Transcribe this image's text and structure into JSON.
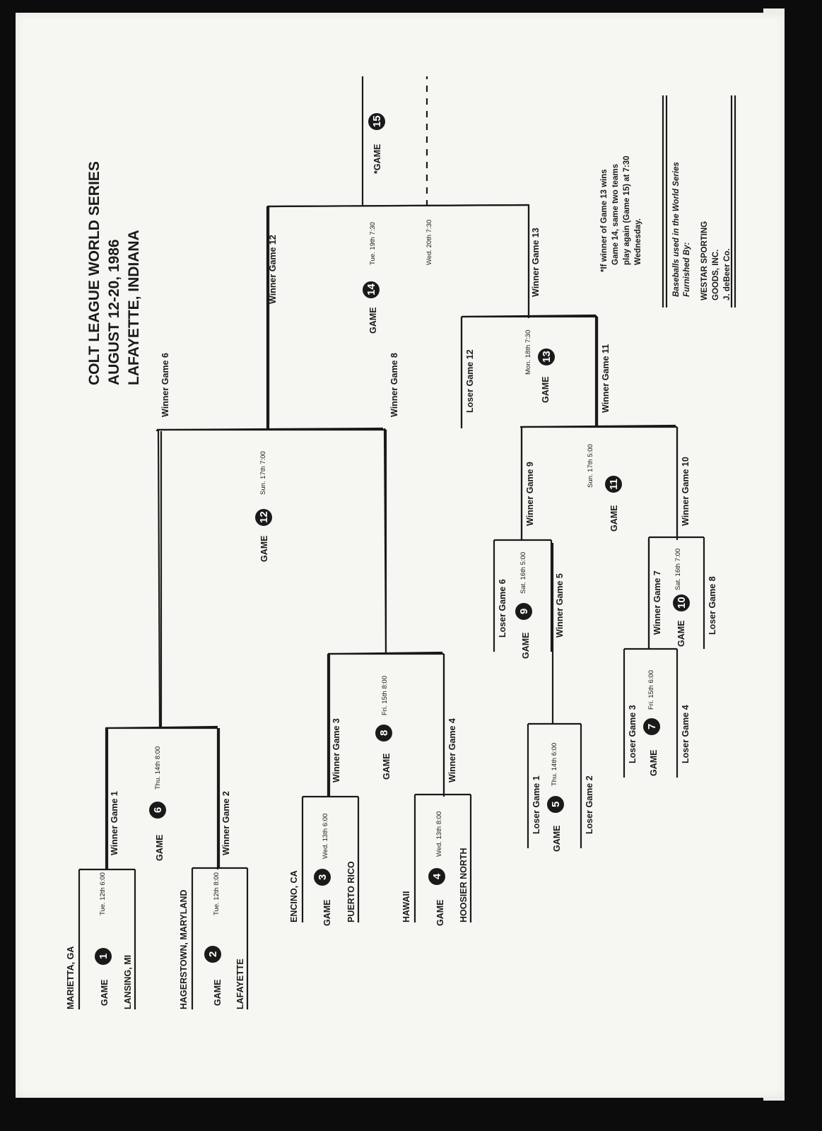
{
  "title": [
    "COLT LEAGUE WORLD SERIES",
    "AUGUST 12-20, 1986",
    "LAFAYETTE, INDIANA"
  ],
  "game_word": "GAME",
  "footnote": [
    "*If winner of Game 13 wins",
    "Game 14, same two teams",
    "play again (Game 15) at 7:30",
    "Wednesday."
  ],
  "sponsor": {
    "lines_italic": [
      "Baseballs used in the World Series",
      "Furnished By:"
    ],
    "lines": [
      "WESTAR SPORTING",
      "GOODS, INC.",
      "J. deBeer Co."
    ]
  },
  "games": [
    {
      "num": "1",
      "time": "Tue. 12th 6:00",
      "top": "MARIETTA, GA",
      "bottom": "LANSING, MI"
    },
    {
      "num": "2",
      "time": "Tue. 12th 8:00",
      "top": "HAGERSTOWN, MARYLAND",
      "bottom": "LAFAYETTE"
    },
    {
      "num": "3",
      "time": "Wed. 13th 6:00",
      "top": "ENCINO, CA",
      "bottom": "PUERTO RICO"
    },
    {
      "num": "4",
      "time": "Wed. 13th 8:00",
      "top": "HAWAII",
      "bottom": "HOOSIER NORTH"
    },
    {
      "num": "5",
      "time": "Thu. 14th 6:00",
      "top": "Loser Game 1",
      "bottom": "Loser Game 2"
    },
    {
      "num": "6",
      "time": "Thu. 14th 8:00",
      "top": "Winner Game 1",
      "bottom": "Winner Game 2"
    },
    {
      "num": "7",
      "time": "Fri. 15th 6:00",
      "top": "Loser Game 3",
      "bottom": "Loser Game 4"
    },
    {
      "num": "8",
      "time": "Fri. 15th 8:00",
      "top": "Winner Game 3",
      "bottom": "Winner Game 4"
    },
    {
      "num": "9",
      "time": "Sat. 16th 5:00",
      "top": "Loser Game 6",
      "bottom": "Winner Game 5"
    },
    {
      "num": "10",
      "time": "Sat. 16th 7:00",
      "top": "Winner Game 7",
      "bottom": "Loser Game 8"
    },
    {
      "num": "11",
      "time": "Sun. 17th 5:00",
      "top": "Winner Game 9",
      "bottom": "Winner Game 10"
    },
    {
      "num": "12",
      "time": "Sun. 17th 7:00",
      "top": "Winner Game 6",
      "bottom": "Winner Game 8"
    },
    {
      "num": "13",
      "time": "Mon. 18th 7:30",
      "top": "Loser Game 12",
      "bottom": "Winner Game 11"
    },
    {
      "num": "14",
      "time": "Tue. 19th 7:30",
      "top": "Winner Game 12",
      "bottom": "Winner Game 13"
    },
    {
      "num": "15",
      "time": "Wed. 20th 7:30",
      "label": "*GAME"
    }
  ]
}
